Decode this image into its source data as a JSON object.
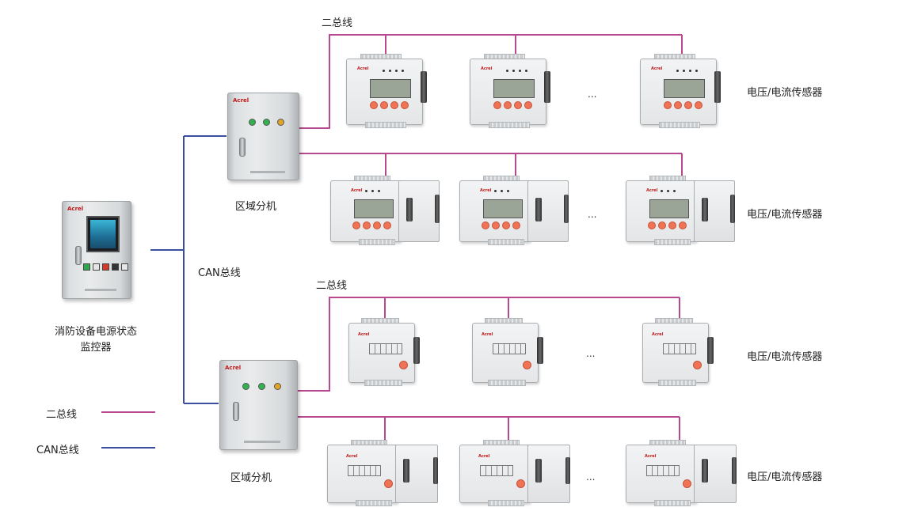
{
  "labels": {
    "bus2_top": "二总线",
    "bus2_mid": "二总线",
    "can_bus": "CAN总线",
    "monitor_line1": "消防设备电源状态",
    "monitor_line2": "监控器",
    "zone1": "区域分机",
    "zone2": "区域分机",
    "sensor_1": "电压/电流传感器",
    "sensor_2": "电压/电流传感器",
    "sensor_3": "电压/电流传感器",
    "sensor_4": "电压/电流传感器",
    "ellipsis": "..."
  },
  "legend": [
    {
      "label": "二总线",
      "color": "#b8488f"
    },
    {
      "label": "CAN总线",
      "color": "#3a4fa0"
    }
  ],
  "branding": {
    "logo": "Acrel"
  },
  "colors": {
    "bus2": "#b8488f",
    "can": "#3a4fa0"
  }
}
